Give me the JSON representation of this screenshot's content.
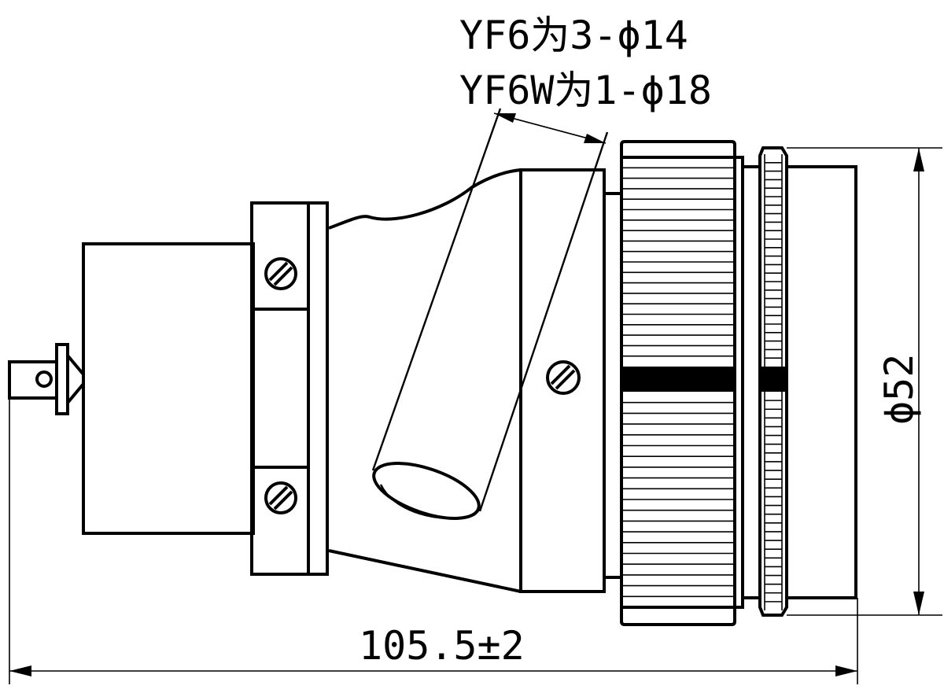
{
  "labels": {
    "note_line1": "YF6为3-ϕ14",
    "note_line2": "YF6W为1-ϕ18",
    "dim_length": "105.5±2",
    "dim_diameter": "ϕ52"
  },
  "counts": {
    "knurl_lines": 19,
    "ring_lines": 24
  }
}
